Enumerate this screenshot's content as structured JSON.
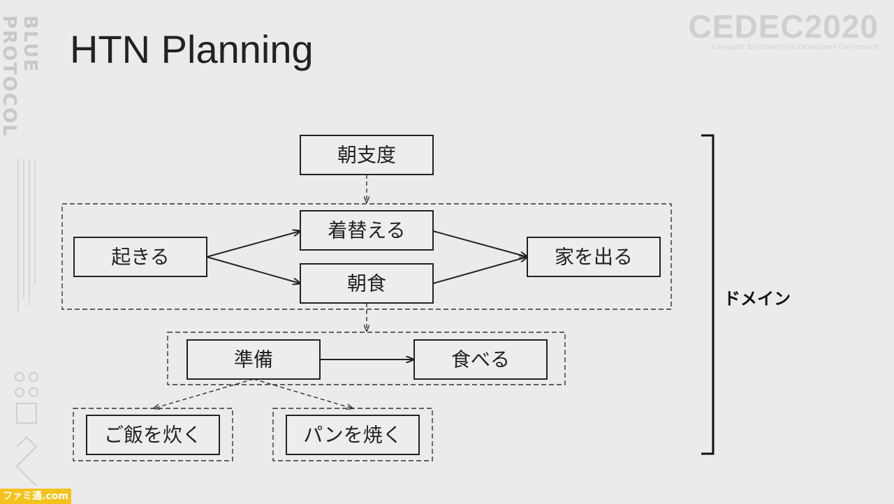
{
  "slide": {
    "title": "HTN Planning",
    "brand_logo": "BLUE PROTOCOL",
    "event_logo": "CEDEC2020",
    "event_subtitle": "Computer Entertainment Developers Conference",
    "watermark": "ファミ通.com"
  },
  "diagram": {
    "nodes": {
      "asashitaku": "朝支度",
      "okiru": "起きる",
      "kigaeru": "着替える",
      "choshoku": "朝食",
      "ie_wo_deru": "家を出る",
      "junbi": "準備",
      "taberu": "食べる",
      "gohan": "ご飯を炊く",
      "pan": "パンを焼く"
    },
    "domain_label": "ドメイン"
  }
}
